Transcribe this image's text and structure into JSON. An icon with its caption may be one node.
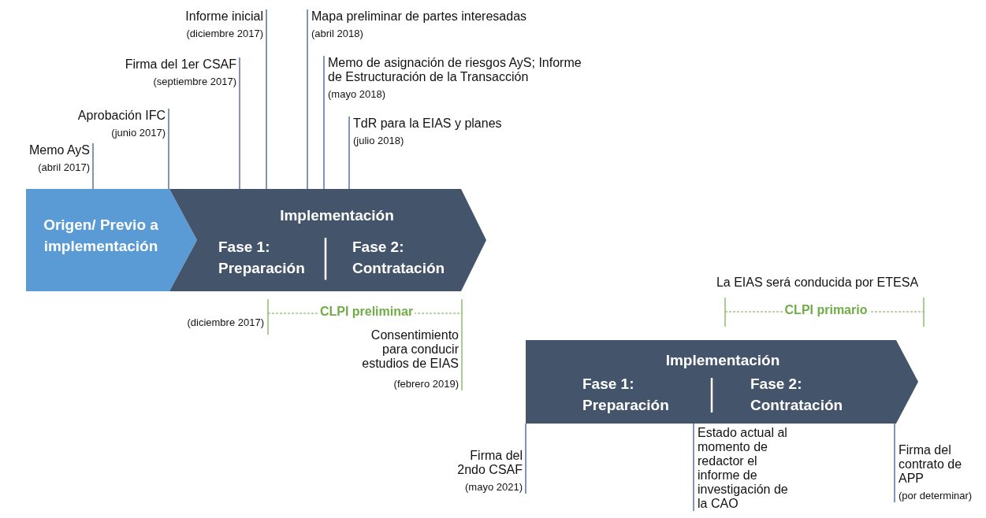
{
  "diagram": {
    "nodes": [
      {
        "text": [
          "Origen/ Previo a implementación"
        ]
      },
      {
        "text": [
          "Implementación",
          "Fase 1: Preparación",
          "Fase 2: Contratación"
        ]
      },
      {
        "text": [
          "Implementación",
          "Fase 1: Preparación",
          "Fase 2: Contratación"
        ]
      },
      {
        "text": [
          "Informe inicial",
          "(diciembre 2017)"
        ]
      },
      {
        "text": [
          "Mapa preliminar de partes interesadas",
          "(abril 2018)"
        ]
      },
      {
        "text": [
          "Firma del 1er CSAF",
          "(septiembre 2017)"
        ]
      },
      {
        "text": [
          "Memo de asignación de riesgos AyS; Informe de Estructuración de la Transacción",
          "(mayo 2018)"
        ]
      },
      {
        "text": [
          "Aprobación IFC",
          "(junio 2017)"
        ]
      },
      {
        "text": [
          "TdR para la EIAS y planes",
          "(julio 2018)"
        ]
      },
      {
        "text": [
          "Memo AyS",
          "(abril 2017)"
        ]
      },
      {
        "text": [
          "Firma del 2ndo CSAF",
          "(mayo 2021)"
        ]
      },
      {
        "text": [
          "Estado actual al momento de redactor el informe de investigación de la CAO"
        ]
      },
      {
        "text": [
          "Firma del contrato de APP",
          "(por determinar)"
        ]
      }
    ],
    "edges": [
      {
        "from": 3,
        "to": 1,
        "arrow": "none"
      },
      {
        "from": 4,
        "to": 1,
        "arrow": "none"
      },
      {
        "from": 5,
        "to": 1,
        "arrow": "none"
      },
      {
        "from": 6,
        "to": 1,
        "arrow": "none"
      },
      {
        "from": 7,
        "to": 0,
        "arrow": "none"
      },
      {
        "from": 8,
        "to": 1,
        "arrow": "none"
      },
      {
        "from": 9,
        "to": 0,
        "arrow": "none"
      },
      {
        "from": 10,
        "to": 2,
        "arrow": "none"
      },
      {
        "from": 11,
        "to": 2,
        "arrow": "none"
      },
      {
        "from": 12,
        "to": 2,
        "arrow": "none"
      }
    ],
    "labels": [
      "(diciembre 2017)",
      "CLPI preliminar",
      "Consentimiento para conducir estudios de EIAS",
      "(febrero 2019)",
      "La EIAS será conducida por ETESA",
      "CLPI primario"
    ]
  }
}
